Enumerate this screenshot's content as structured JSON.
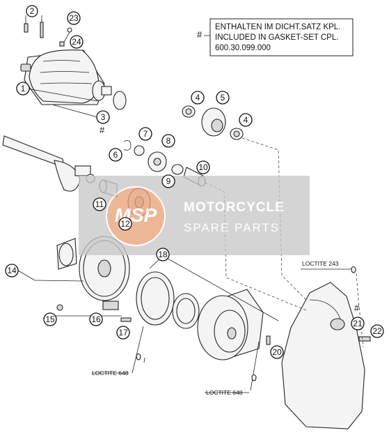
{
  "note": {
    "marker": "#",
    "lines": [
      "ENTHALTEN IM DICHT.SATZ KPL.",
      "INCLUDED IN GASKET-SET CPL.",
      "600.30.099.000"
    ]
  },
  "callouts": [
    "1",
    "2",
    "3",
    "4",
    "5",
    "6",
    "7",
    "8",
    "9",
    "10",
    "11",
    "12",
    "14",
    "15",
    "16",
    "17",
    "18",
    "20",
    "21",
    "22",
    "23",
    "24"
  ],
  "hash_marker": "#",
  "loctite_labels": {
    "loctite_243": "LOCTITE 243",
    "loctite_648_left": "LOCTITE 648",
    "loctite_648_right": "LOCTITE 648"
  },
  "watermark": {
    "logo_text": "MSP",
    "title": "MOTORCYCLE",
    "subtitle": "SPARE PARTS"
  }
}
